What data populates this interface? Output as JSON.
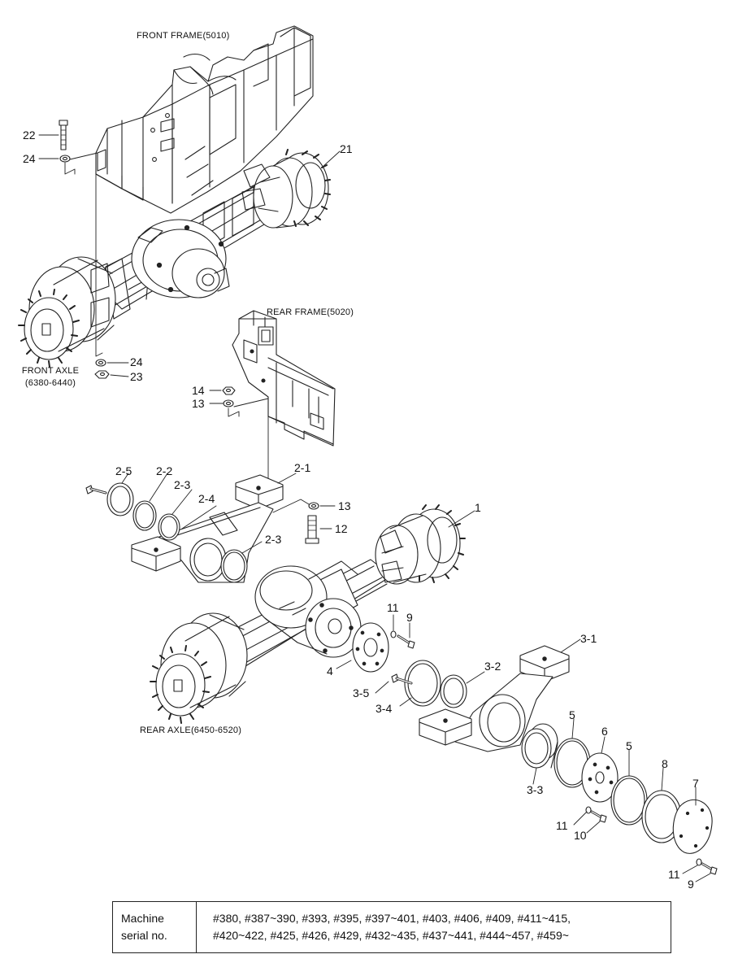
{
  "captions": {
    "front_frame": "FRONT FRAME(5010)",
    "rear_frame": "REAR FRAME(5020)",
    "front_axle_line1": "FRONT AXLE",
    "front_axle_line2": "(6380-6440)",
    "rear_axle": "REAR AXLE(6450-6520)"
  },
  "callouts": {
    "c22": "22",
    "c24_top": "24",
    "c21": "21",
    "c24_low": "24",
    "c23": "23",
    "c14": "14",
    "c13_left": "13",
    "c2_5": "2-5",
    "c2_2": "2-2",
    "c2_3_top": "2-3",
    "c2_4": "2-4",
    "c2_1": "2-1",
    "c13_right": "13",
    "c12": "12",
    "c1": "1",
    "c2_3_low": "2-3",
    "c11_a": "11",
    "c9_a": "9",
    "c4": "4",
    "c3_1": "3-1",
    "c3_2": "3-2",
    "c3_5": "3-5",
    "c3_4": "3-4",
    "c5_a": "5",
    "c6": "6",
    "c5_b": "5",
    "c8": "8",
    "c7": "7",
    "c3_3": "3-3",
    "c11_b": "11",
    "c10": "10",
    "c11_c": "11",
    "c9_b": "9"
  },
  "serial_table": {
    "header_line1": "Machine",
    "header_line2": "serial no.",
    "line1": "#380, #387~390, #393, #395, #397~401, #403, #406, #409, #411~415,",
    "line2": "#420~422, #425, #426, #429, #432~435, #437~441, #444~457, #459~"
  }
}
